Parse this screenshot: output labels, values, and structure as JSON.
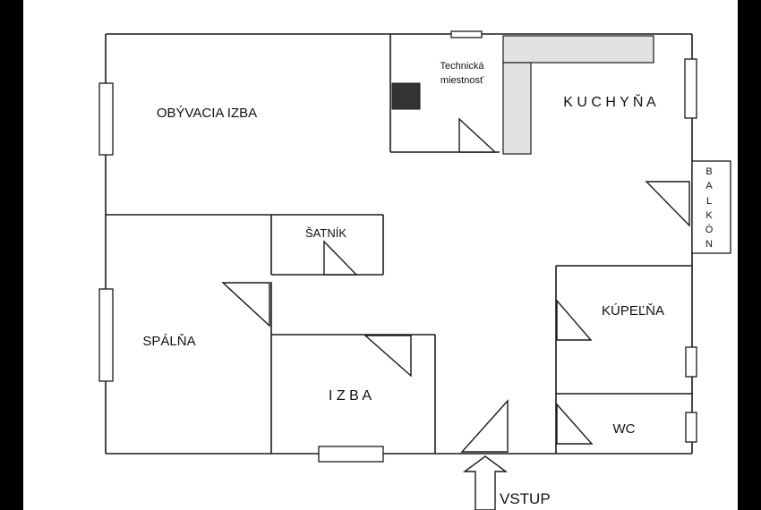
{
  "plan": {
    "rooms": {
      "living_room": "OBÝVACIA IZBA",
      "technical_room_line1": "Technická",
      "technical_room_line2": "miestnosť",
      "kitchen": "K U C H Y Ň A",
      "wardrobe": "ŠATNÍK",
      "bedroom": "SPÁLŇA",
      "room": "I Z B A",
      "bathroom": "KÚPEĽŇA",
      "wc": "WC"
    },
    "balcony_letters": [
      "B",
      "A",
      "L",
      "K",
      "Ó",
      "N"
    ],
    "entrance": "VSTUP"
  },
  "colors": {
    "page_background": "#000000",
    "sheet": "#ffffff",
    "walls": "#1a1a1a",
    "counter": "#e2e2e2",
    "boiler": "#333333"
  }
}
